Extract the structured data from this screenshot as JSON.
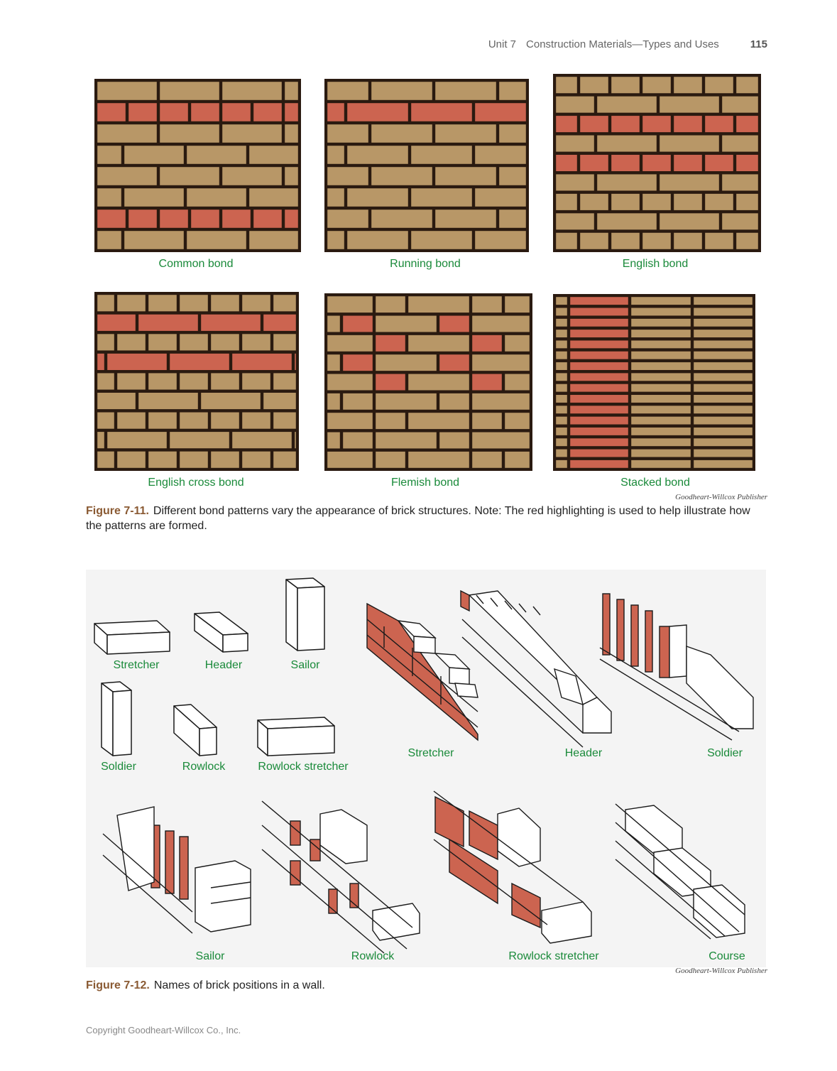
{
  "header": {
    "unit": "Unit 7",
    "title": "Construction Materials—Types and Uses",
    "page": "115"
  },
  "colors": {
    "brick": "#b89767",
    "highlight": "#cc6450",
    "mortar": "#2a1a10",
    "label": "#1a8a3a",
    "figure_number": "#8a5a33"
  },
  "figure_7_11": {
    "bonds": [
      {
        "label": "Common bond"
      },
      {
        "label": "Running bond"
      },
      {
        "label": "English bond"
      },
      {
        "label": "English cross bond"
      },
      {
        "label": "Flemish bond"
      },
      {
        "label": "Stacked bond"
      }
    ],
    "credit": "Goodheart-Willcox Publisher",
    "caption_number": "Figure 7-11.",
    "caption_text": "Different bond patterns vary the appearance of brick structures. Note: The red highlighting is used to help illustrate how the patterns are formed."
  },
  "figure_7_12": {
    "single_bricks": [
      {
        "label": "Stretcher"
      },
      {
        "label": "Header"
      },
      {
        "label": "Sailor"
      },
      {
        "label": "Soldier"
      },
      {
        "label": "Rowlock"
      },
      {
        "label": "Rowlock stretcher"
      }
    ],
    "walls_top": [
      {
        "label": "Stretcher"
      },
      {
        "label": "Header"
      },
      {
        "label": "Soldier"
      }
    ],
    "walls_bottom": [
      {
        "label": "Sailor"
      },
      {
        "label": "Rowlock"
      },
      {
        "label": "Rowlock stretcher"
      },
      {
        "label": "Course"
      }
    ],
    "credit": "Goodheart-Willcox Publisher",
    "caption_number": "Figure 7-12.",
    "caption_text": "Names of brick positions in a wall."
  },
  "footer": {
    "copyright": "Copyright Goodheart-Willcox Co., Inc."
  }
}
